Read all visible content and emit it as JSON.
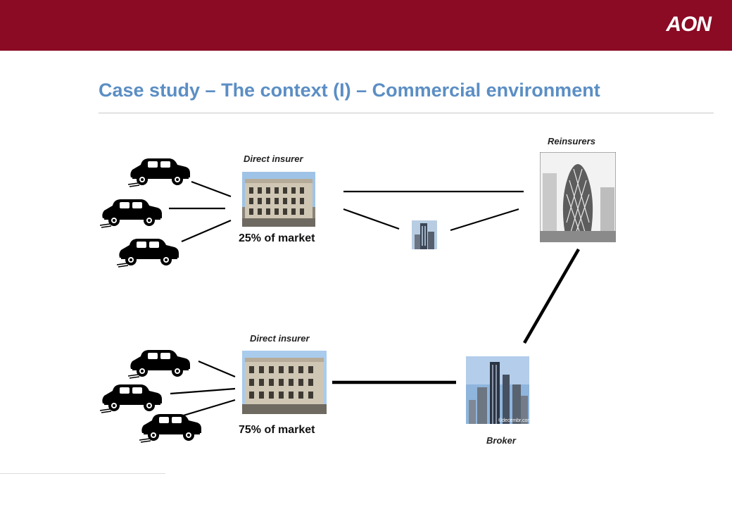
{
  "header": {
    "logo_text": "AON",
    "bar_color": "#8b0a24"
  },
  "slide": {
    "title": "Case study – The context (I) – Commercial environment",
    "title_color": "#5b8ec4"
  },
  "diagram": {
    "reinsurers_label": "Reinsurers",
    "insurer_top": {
      "label": "Direct insurer",
      "share": "25% of market"
    },
    "insurer_bottom": {
      "label": "Direct insurer",
      "share": "75% of market"
    },
    "broker_label": "Broker",
    "broker_image_caption": "©decembr.com"
  }
}
